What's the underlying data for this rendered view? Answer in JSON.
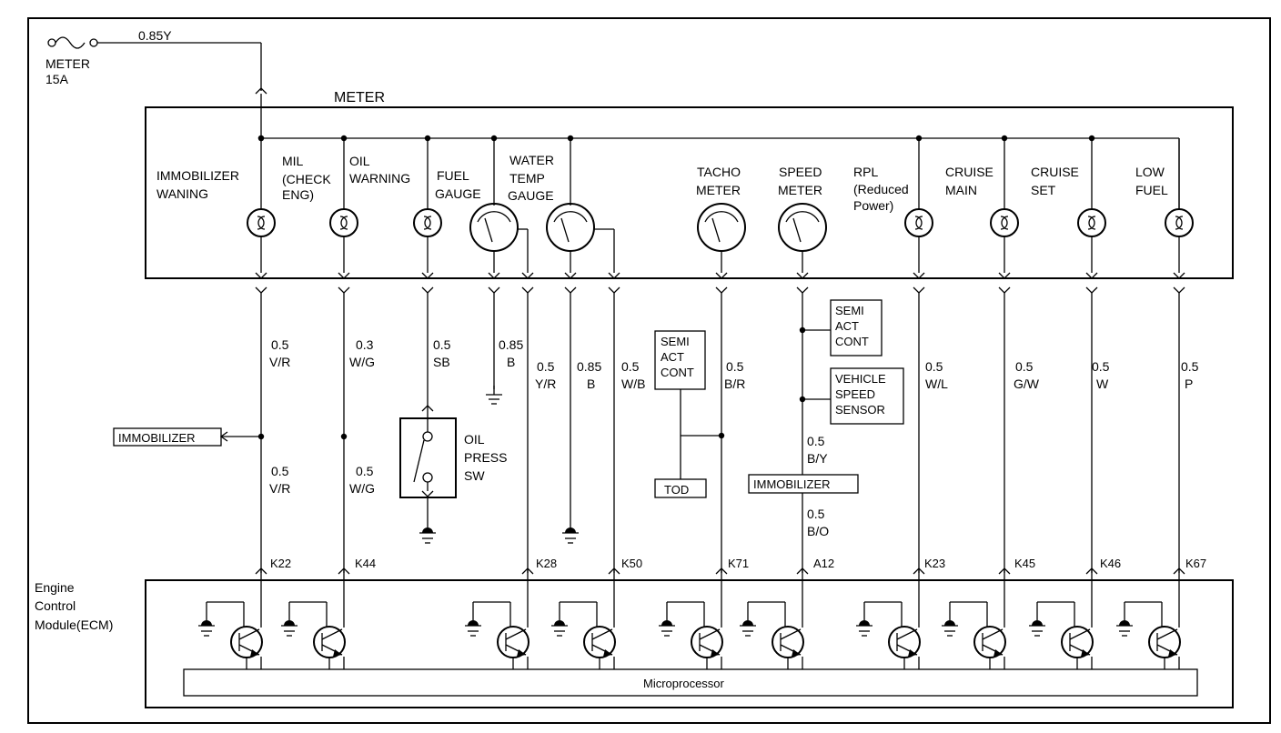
{
  "fuse": {
    "name": "METER",
    "rating": "15A",
    "wire": "0.85Y"
  },
  "meter_title": "METER",
  "meter_items": {
    "immobilizer": [
      "IMMOBILIZER",
      "WANING"
    ],
    "mil": [
      "MIL",
      "(CHECK",
      "ENG)"
    ],
    "oil_warning": [
      "OIL",
      "WARNING"
    ],
    "fuel_gauge": [
      "FUEL",
      "GAUGE"
    ],
    "water_temp": [
      "WATER",
      "TEMP",
      "GAUGE"
    ],
    "tacho": [
      "TACHO",
      "METER"
    ],
    "speed": [
      "SPEED",
      "METER"
    ],
    "rpl": [
      "RPL",
      "(Reduced",
      "Power)"
    ],
    "cruise_main": [
      "CRUISE",
      "MAIN"
    ],
    "cruise_set": [
      "CRUISE",
      "SET"
    ],
    "low_fuel": [
      "LOW",
      "FUEL"
    ]
  },
  "wires": {
    "w_immob_top": [
      "0.5",
      "V/R"
    ],
    "w_mil_top": [
      "0.3",
      "W/G"
    ],
    "w_oil_top": [
      "0.5",
      "SB"
    ],
    "w_fuel_gnd": [
      "0.85",
      "B"
    ],
    "w_fuel_sig": [
      "0.5",
      "Y/R"
    ],
    "w_water_gnd": [
      "0.85",
      "B"
    ],
    "w_water_sig": [
      "0.5",
      "W/B"
    ],
    "w_tacho": [
      "0.5",
      "B/R"
    ],
    "w_speed_by": [
      "0.5",
      "B/Y"
    ],
    "w_speed_bo": [
      "0.5",
      "B/O"
    ],
    "w_rpl": [
      "0.5",
      "W/L"
    ],
    "w_cruise_main": [
      "0.5",
      "G/W"
    ],
    "w_cruise_set": [
      "0.5",
      "W"
    ],
    "w_low_fuel": [
      "0.5",
      "P"
    ],
    "w_immob_bot": [
      "0.5",
      "V/R"
    ],
    "w_mil_bot": [
      "0.5",
      "W/G"
    ]
  },
  "boxes": {
    "immobilizer_left": "IMMOBILIZER",
    "semi_act_tacho": [
      "SEMI",
      "ACT",
      "CONT"
    ],
    "tod": "TOD",
    "semi_act_speed": [
      "SEMI",
      "ACT",
      "CONT"
    ],
    "vehicle_speed": [
      "VEHICLE",
      "SPEED",
      "SENSOR"
    ],
    "immobilizer_speed": "IMMOBILIZER"
  },
  "oil_press_sw": [
    "OIL",
    "PRESS",
    "SW"
  ],
  "pins": [
    "K22",
    "K44",
    "K28",
    "K50",
    "K71",
    "A12",
    "K23",
    "K45",
    "K46",
    "K67"
  ],
  "ecm_label": [
    "Engine",
    "Control",
    "Module(ECM)"
  ],
  "microprocessor": "Microprocessor",
  "colors": {
    "line": "#000000",
    "background": "#ffffff"
  }
}
